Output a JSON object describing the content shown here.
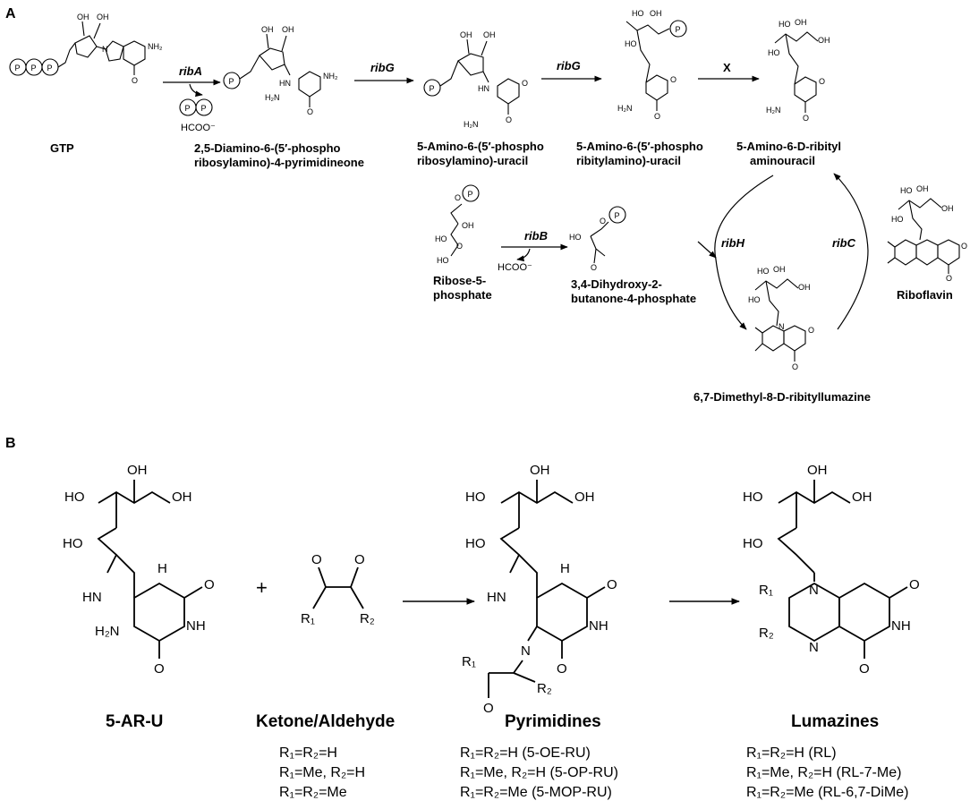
{
  "panel_a": {
    "label": "A",
    "compounds": {
      "gtp": "GTP",
      "dadp_1": "2,5-Diamino-6-(5′-phospho",
      "dadp_2": "ribosylamino)-4-pyrimidineone",
      "arp_1": "5-Amino-6-(5′-phospho",
      "arp_2": "ribosylamino)-uracil",
      "arip_1": "5-Amino-6-(5′-phospho",
      "arip_2": "ribitylamino)-uracil",
      "aru_1": "5-Amino-6-D-ribityl",
      "aru_2": "aminouracil",
      "r5p_1": "Ribose-5-",
      "r5p_2": "phosphate",
      "dhbp_1": "3,4-Dihydroxy-2-",
      "dhbp_2": "butanone-4-phosphate",
      "dmrl": "6,7-Dimethyl-8-D-ribityllumazine",
      "riboflavin": "Riboflavin"
    },
    "enzymes": {
      "ribA": "ribA",
      "ribG1": "ribG",
      "ribG2": "ribG",
      "x": "X",
      "ribB": "ribB",
      "ribH": "ribH",
      "ribC": "ribC"
    },
    "byproducts": {
      "hcoo_a": "HCOO⁻",
      "hcoo_b": "HCOO⁻"
    },
    "atoms": {
      "p": "P",
      "oh": "OH",
      "ho": "HO",
      "o": "O",
      "n": "N",
      "nh": "NH",
      "hn": "HN",
      "h": "H",
      "nh2": "NH₂",
      "h2n": "H₂N"
    }
  },
  "panel_b": {
    "label": "B",
    "plus": "+",
    "names": {
      "aru": "5-AR-U",
      "ketone": "Ketone/Aldehyde",
      "pyrimidines": "Pyrimidines",
      "lumazines": "Lumazines"
    },
    "ketone_subs": [
      "R₁=R₂=H",
      "R₁=Me, R₂=H",
      "R₁=R₂=Me"
    ],
    "pyrimidine_subs": [
      "R₁=R₂=H (5-OE-RU)",
      "R₁=Me, R₂=H (5-OP-RU)",
      "R₁=R₂=Me (5-MOP-RU)"
    ],
    "lumazine_subs": [
      "R₁=R₂=H (RL)",
      "R₁=Me, R₂=H (RL-7-Me)",
      "R₁=R₂=Me (RL-6,7-DiMe)"
    ],
    "atoms": {
      "oh": "OH",
      "ho": "HO",
      "hn": "HN",
      "h": "H",
      "nh": "NH",
      "n": "N",
      "o": "O",
      "h2n": "H₂N",
      "r1": "R₁",
      "r2": "R₂"
    }
  }
}
